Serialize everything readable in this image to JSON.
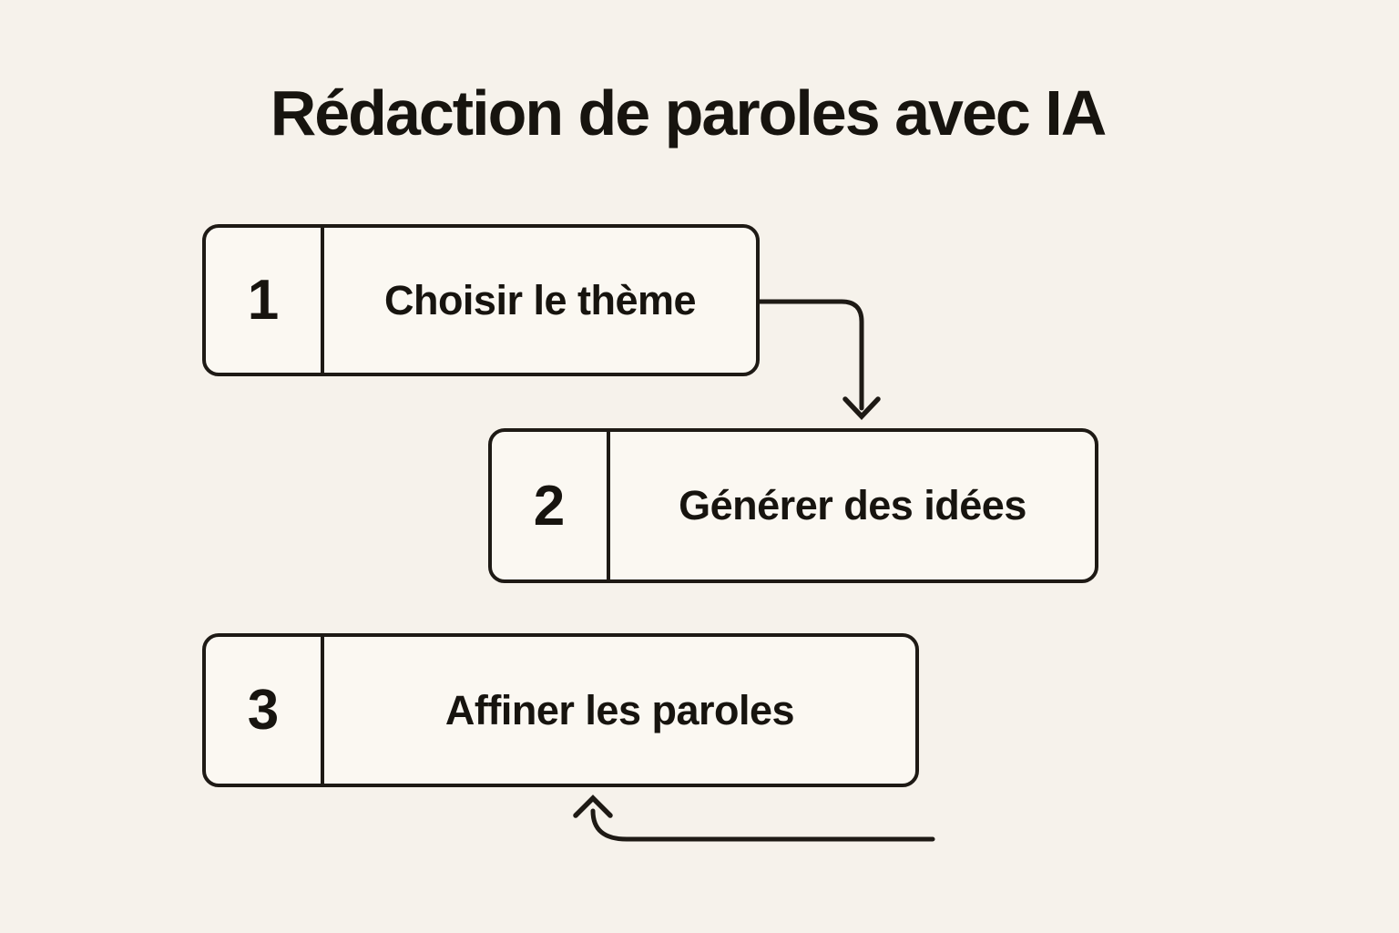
{
  "title": "Rédaction de paroles avec IA",
  "steps": [
    {
      "number": "1",
      "label": "Choisir le thème"
    },
    {
      "number": "2",
      "label": "Générer des idées"
    },
    {
      "number": "3",
      "label": "Affiner les paroles"
    }
  ],
  "connections": [
    {
      "from": "step-1",
      "to": "step-2",
      "type": "elbow-arrow-down"
    },
    {
      "from": "right-edge",
      "to": "step-3",
      "type": "feedback-arrow-up"
    }
  ],
  "colors": {
    "background": "#f6f2eb",
    "box_fill": "#fbf8f2",
    "line": "#1e1a15",
    "text": "#17140f"
  }
}
